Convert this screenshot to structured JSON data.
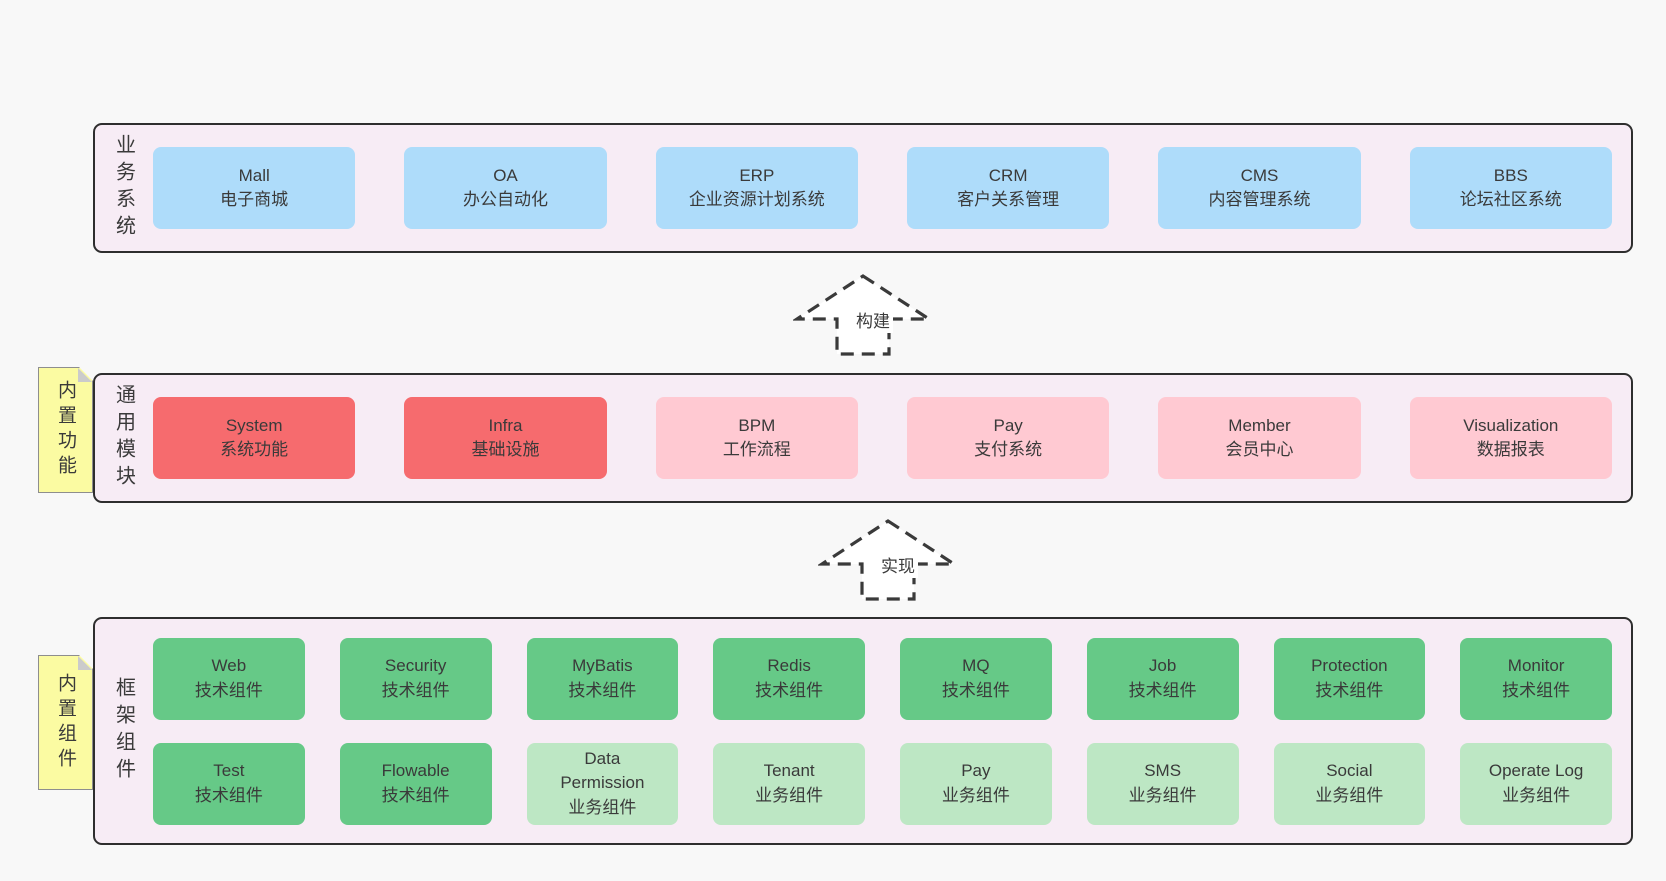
{
  "colors": {
    "page_bg": "#f8f8f8",
    "panel_bg": "#f7ecf5",
    "panel_border": "#2e2e2e",
    "box_blue": "#aedcfa",
    "box_red": "#f66b6e",
    "box_pink": "#ffc9d2",
    "box_green_dark": "#66c987",
    "box_green_light": "#bde7c4",
    "sticky_yellow": "#fbfba2",
    "text": "#3a3a3a"
  },
  "arrows": [
    {
      "label": "构建"
    },
    {
      "label": "实现"
    }
  ],
  "layers": {
    "business": {
      "label": "业务系统",
      "boxes": [
        {
          "title": "Mall",
          "subtitle": "电子商城"
        },
        {
          "title": "OA",
          "subtitle": "办公自动化"
        },
        {
          "title": "ERP",
          "subtitle": "企业资源计划系统"
        },
        {
          "title": "CRM",
          "subtitle": "客户关系管理"
        },
        {
          "title": "CMS",
          "subtitle": "内容管理系统"
        },
        {
          "title": "BBS",
          "subtitle": "论坛社区系统"
        }
      ]
    },
    "modules": {
      "label": "通用模块",
      "sticky": "内置功能",
      "boxes": [
        {
          "title": "System",
          "subtitle": "系统功能",
          "variant": "red"
        },
        {
          "title": "Infra",
          "subtitle": "基础设施",
          "variant": "red"
        },
        {
          "title": "BPM",
          "subtitle": "工作流程",
          "variant": "pink"
        },
        {
          "title": "Pay",
          "subtitle": "支付系统",
          "variant": "pink"
        },
        {
          "title": "Member",
          "subtitle": "会员中心",
          "variant": "pink"
        },
        {
          "title": "Visualization",
          "subtitle": "数据报表",
          "variant": "pink"
        }
      ]
    },
    "components": {
      "label": "框架组件",
      "sticky": "内置组件",
      "row1": [
        {
          "title": "Web",
          "subtitle": "技术组件",
          "variant": "green-dark"
        },
        {
          "title": "Security",
          "subtitle": "技术组件",
          "variant": "green-dark"
        },
        {
          "title": "MyBatis",
          "subtitle": "技术组件",
          "variant": "green-dark"
        },
        {
          "title": "Redis",
          "subtitle": "技术组件",
          "variant": "green-dark"
        },
        {
          "title": "MQ",
          "subtitle": "技术组件",
          "variant": "green-dark"
        },
        {
          "title": "Job",
          "subtitle": "技术组件",
          "variant": "green-dark"
        },
        {
          "title": "Protection",
          "subtitle": "技术组件",
          "variant": "green-dark"
        },
        {
          "title": "Monitor",
          "subtitle": "技术组件",
          "variant": "green-dark"
        }
      ],
      "row2": [
        {
          "title": "Test",
          "subtitle": "技术组件",
          "variant": "green-dark"
        },
        {
          "title": "Flowable",
          "subtitle": "技术组件",
          "variant": "green-dark"
        },
        {
          "title": "Data Permission",
          "subtitle": "业务组件",
          "variant": "green-light"
        },
        {
          "title": "Tenant",
          "subtitle": "业务组件",
          "variant": "green-light"
        },
        {
          "title": "Pay",
          "subtitle": "业务组件",
          "variant": "green-light"
        },
        {
          "title": "SMS",
          "subtitle": "业务组件",
          "variant": "green-light"
        },
        {
          "title": "Social",
          "subtitle": "业务组件",
          "variant": "green-light"
        },
        {
          "title": "Operate Log",
          "subtitle": "业务组件",
          "variant": "green-light"
        }
      ]
    }
  }
}
